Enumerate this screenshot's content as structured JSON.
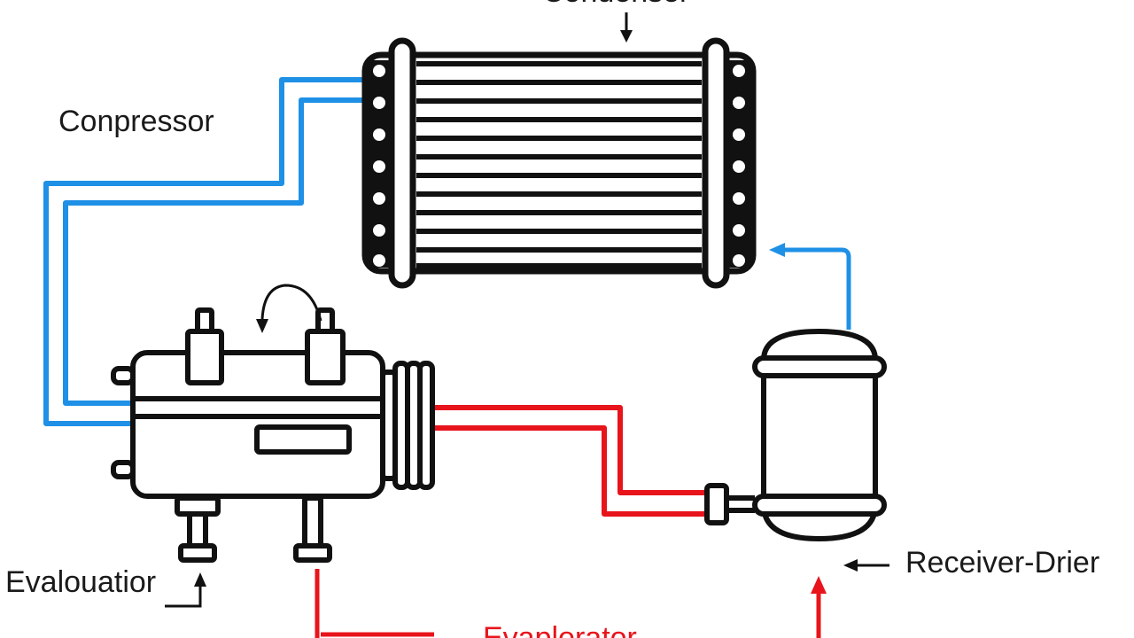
{
  "labels": {
    "compressor": "Conpressor",
    "condenser": "Condenser",
    "evaluation": "Evalouatior",
    "receiver_drier": "Receiver-Drier",
    "evaporator": "Evaplorator"
  },
  "colors": {
    "outline": "#111111",
    "low_pressure_line": "#1e90e6",
    "high_pressure_line": "#e8141c",
    "background": "#ffffff"
  }
}
